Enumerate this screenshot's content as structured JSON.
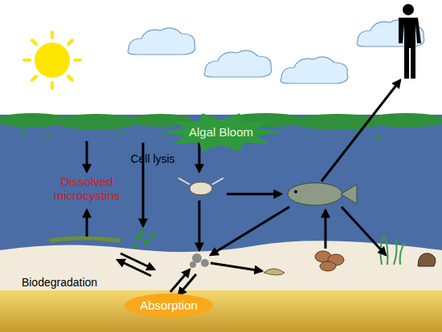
{
  "diagram": {
    "nodes": [
      {
        "text": [
          "Algal Bloom"
        ]
      },
      {
        "text": [
          "Absorption"
        ]
      }
    ],
    "labels": [
      "Cell lysis",
      "Dissolved microcystins",
      "Biodegradation"
    ]
  }
}
